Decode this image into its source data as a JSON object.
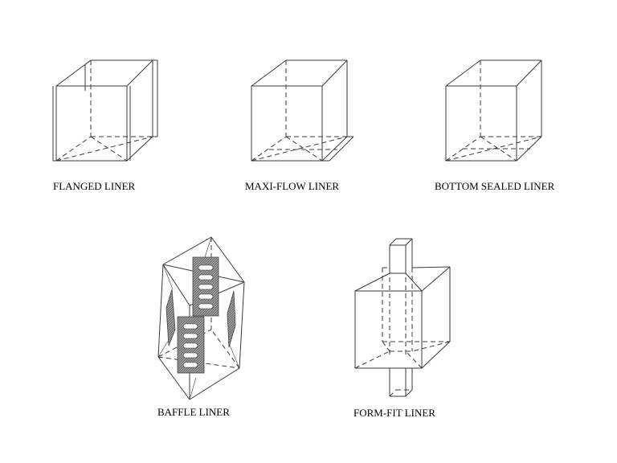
{
  "labels": {
    "flanged": "FLANGED LINER",
    "maxiflow": "MAXI-FLOW LINER",
    "bottom_sealed": "BOTTOM SEALED LINER",
    "baffle": "BAFFLE LINER",
    "formfit": "FORM-FIT LINER"
  },
  "colors": {
    "line": "#3a3a3a",
    "hatch_fill": "#8a8a8a",
    "slot_fill": "#ffffff"
  }
}
